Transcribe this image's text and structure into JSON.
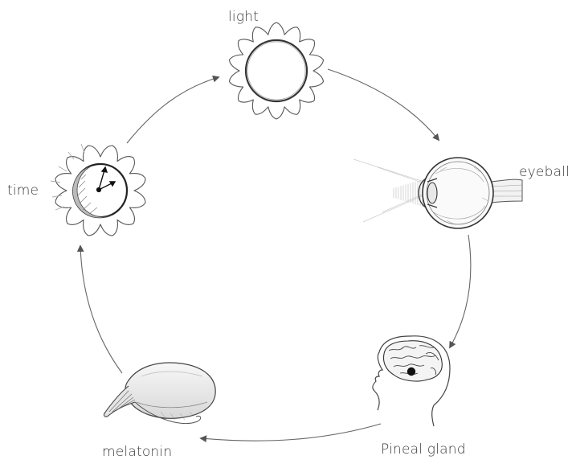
{
  "diagram": {
    "nodes": [
      {
        "id": "light",
        "label": "light",
        "icon": "sun-icon"
      },
      {
        "id": "eyeball",
        "label": "eyeball",
        "icon": "eyeball-icon"
      },
      {
        "id": "pineal_gland",
        "label": "Pineal gland",
        "icon": "head-brain-icon"
      },
      {
        "id": "melatonin",
        "label": "melatonin",
        "icon": "pineal-gland-organ-icon"
      },
      {
        "id": "time",
        "label": "time",
        "icon": "clock-sun-moon-icon"
      }
    ],
    "edges": [
      {
        "from": "light",
        "to": "eyeball"
      },
      {
        "from": "eyeball",
        "to": "pineal_gland"
      },
      {
        "from": "pineal_gland",
        "to": "melatonin"
      },
      {
        "from": "melatonin",
        "to": "time"
      },
      {
        "from": "time",
        "to": "light"
      }
    ],
    "colors": {
      "ink": "#3a3a3a",
      "arrow": "#555555",
      "shade": "#9a9a9a"
    }
  }
}
